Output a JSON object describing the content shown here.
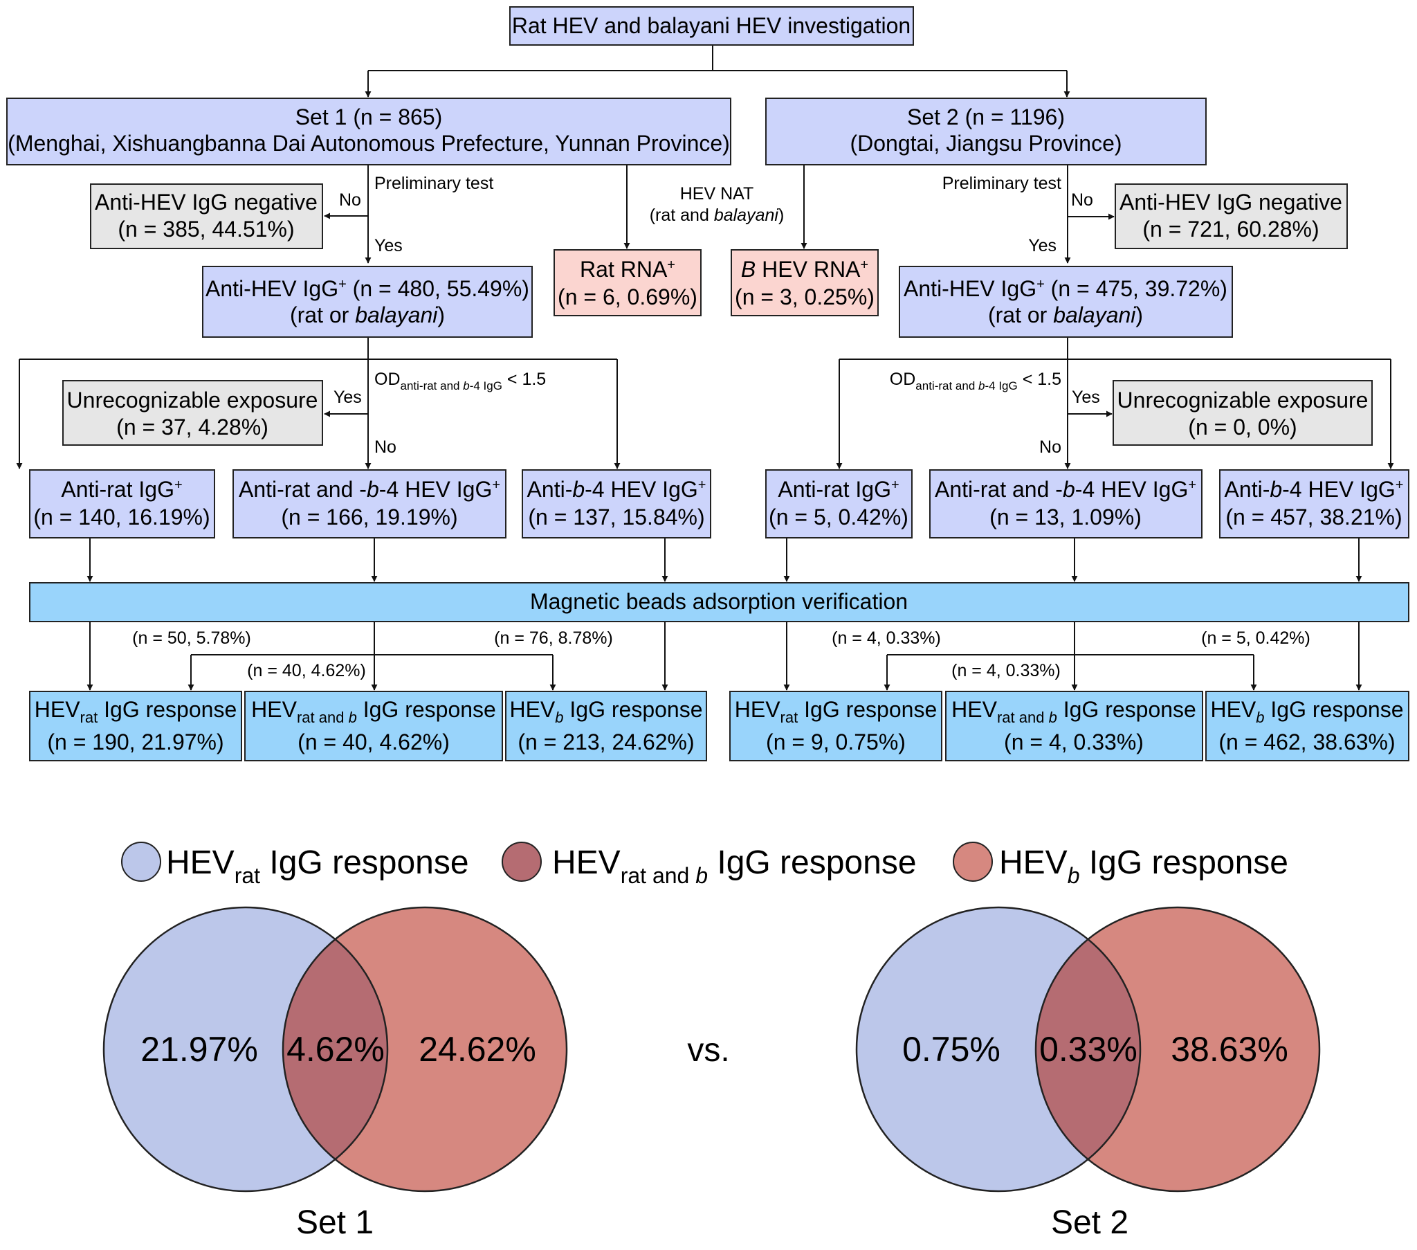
{
  "title": "Rat HEV and balayani HEV investigation",
  "set1": {
    "name": "Set 1 (n = 865)",
    "location": "(Menghai, Xishuangbanna Dai Autonomous Prefecture, Yunnan Province)",
    "negative": {
      "label": "Anti-HEV IgG negative",
      "value": "(n = 385, 44.51%)"
    },
    "positive": {
      "label": "Anti-HEV IgG",
      "value": "(n = 480, 55.49%)",
      "sub": "(rat or balayani)"
    },
    "unrec": {
      "label": "Unrecognizable exposure",
      "value": "(n = 37, 4.28%)"
    },
    "anti_rat": {
      "label": "Anti-rat IgG",
      "value": "(n = 140, 16.19%)"
    },
    "anti_both": {
      "label": "Anti-rat and -b-4 HEV IgG",
      "value": "(n = 166, 19.19%)"
    },
    "anti_b4": {
      "label": "Anti-b-4 HEV IgG",
      "value": "(n = 137, 15.84%)"
    },
    "flow_rat": "(n = 50, 5.78%)",
    "flow_both": "(n = 40, 4.62%)",
    "flow_b": "(n = 76, 8.78%)",
    "resp_rat": "(n = 190, 21.97%)",
    "resp_both": "(n = 40, 4.62%)",
    "resp_b": "(n = 213, 24.62%)"
  },
  "set2": {
    "name": "Set 2 (n = 1196)",
    "location": "(Dongtai, Jiangsu Province)",
    "negative": {
      "label": "Anti-HEV IgG negative",
      "value": "(n = 721, 60.28%)"
    },
    "positive": {
      "label": "Anti-HEV IgG",
      "value": "(n = 475, 39.72%)",
      "sub": "(rat or balayani)"
    },
    "unrec": {
      "label": "Unrecognizable exposure",
      "value": "(n = 0, 0%)"
    },
    "anti_rat": {
      "label": "Anti-rat IgG",
      "value": "(n = 5, 0.42%)"
    },
    "anti_both": {
      "label": "Anti-rat and -b-4 HEV IgG",
      "value": "(n = 13, 1.09%)"
    },
    "anti_b4": {
      "label": "Anti-b-4 HEV IgG",
      "value": "(n = 457, 38.21%)"
    },
    "flow_rat": "(n = 4, 0.33%)",
    "flow_both": "(n = 4, 0.33%)",
    "flow_b": "(n = 5, 0.42%)",
    "resp_rat": "(n = 9, 0.75%)",
    "resp_both": "(n = 4, 0.33%)",
    "resp_b": "(n = 462, 38.63%)"
  },
  "nat": {
    "label": "HEV NAT",
    "sub": "(rat and balayani)",
    "rat_rna": {
      "label": "Rat RNA",
      "value": "(n = 6, 0.69%)"
    },
    "b_rna": {
      "label": "B HEV RNA",
      "value": "(n = 3, 0.25%)"
    }
  },
  "labels": {
    "prelim": "Preliminary test",
    "yes": "Yes",
    "no": "No",
    "od": "OD",
    "od_sub": "anti-rat and b-4 IgG",
    "od_thresh": "< 1.5",
    "magnetic": "Magnetic beads adsorption verification",
    "hev": "HEV",
    "sub_rat": "rat",
    "sub_both": "rat and b",
    "sub_b": "b",
    "igg_response": " IgG response",
    "vs": "vs.",
    "venn1_name": "Set 1",
    "venn2_name": "Set 2"
  },
  "venn": {
    "set1": {
      "rat": "21.97%",
      "both": "4.62%",
      "b": "24.62%"
    },
    "set2": {
      "rat": "0.75%",
      "both": "0.33%",
      "b": "38.63%"
    }
  },
  "colors": {
    "blue_box": "#ccd4fb",
    "grey_box": "#e6e6e6",
    "pink_box": "#fbd5d0",
    "cyan_box": "#99d4fb",
    "venn_rat": "#bcc7ea",
    "venn_b": "#d68880",
    "venn_overlap": "#b56c72"
  }
}
